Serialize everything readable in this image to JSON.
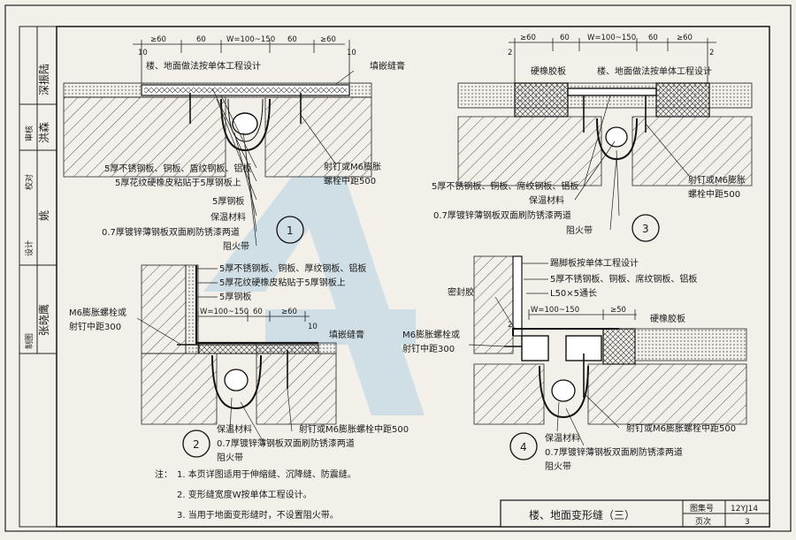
{
  "side_strip": {
    "cells": [
      "审核",
      "校对",
      "设计",
      "制图"
    ],
    "signatures": [
      "深振陆",
      "洪森",
      "姚",
      "张晓鹰"
    ]
  },
  "d1": {
    "dims": [
      "≥60",
      "60",
      "W=100~150",
      "60",
      "≥60"
    ],
    "dim_small": [
      "10",
      "10"
    ],
    "top_label": "楼、地面做法按单体工程设计",
    "seal_label": "填嵌缝膏",
    "labels": [
      "5厚不锈钢板、铜板、盾纹钢板、铝板",
      "5厚花纹硬橡皮粘贴于5厚钢板上",
      "5厚钢板",
      "保温材料",
      "0.7厚镀锌薄钢板双面刷防锈漆两道",
      "阻火带"
    ],
    "anchor_label": [
      "射钉或M6膨胀",
      "螺栓中距500"
    ],
    "circle": "1"
  },
  "d2": {
    "labels": [
      "5厚不锈钢板、铜板、厚纹钢板、铝板",
      "5厚花纹硬橡皮粘贴于5厚钢板上",
      "5厚钢板"
    ],
    "left_label": [
      "M6膨胀螺栓或",
      "射钉中距300"
    ],
    "dims": [
      "W=100~150",
      "60",
      "≥60"
    ],
    "dim_small": "10",
    "seal_label": "填嵌缝膏",
    "bottom_labels": [
      "保温材料",
      "0.7厚镀锌薄钢板双面刷防锈漆两道",
      "阻火带"
    ],
    "anchor_label": "射钉或M6膨胀螺栓中距500",
    "circle": "2"
  },
  "d3": {
    "dims": [
      "≥60",
      "60",
      "W=100~150",
      "60",
      "≥60"
    ],
    "dim_small": [
      "2",
      "2"
    ],
    "rubber_label": "硬橡胶板",
    "top_label": "楼、地面做法按单体工程设计",
    "labels": [
      "5厚不锈钢板、铜板、席纹钢板、铝板",
      "保温材料",
      "0.7厚镀锌薄钢板双面刷防锈漆两道",
      "阻火带"
    ],
    "anchor_label": [
      "射钉或M6膨胀",
      "螺栓中距500"
    ],
    "circle": "3"
  },
  "d4": {
    "labels": [
      "踢脚板按单体工程设计",
      "5厚不锈钢板、铜板、席纹钢板、铝板",
      "L50×5通长"
    ],
    "seal_label": "密封胶",
    "dims": [
      "W=100~150",
      "≥50"
    ],
    "dim_small": "2",
    "rubber_label": "硬橡胶板",
    "left_label": [
      "M6膨胀螺栓或",
      "射钉中距300"
    ],
    "anchor_label": "射钉或M6膨胀螺栓中距500",
    "bottom_labels": [
      "保温材料",
      "0.7厚镀锌薄钢板双面刷防锈漆两道",
      "阻火带"
    ],
    "circle": "4"
  },
  "notes": {
    "prefix": "注：",
    "items": [
      "1.  本页详图适用于伸缩缝、沉降缝、防震缝。",
      "2.  变形缝宽度W按单体工程设计。",
      "3.  当用于地面变形缝时，不设置阻火带。"
    ]
  },
  "title_block": {
    "title": "楼、地面变形缝（三）",
    "atlas_label": "图集号",
    "atlas_value": "12YJ14",
    "page_label": "页次",
    "page_value": "3"
  }
}
